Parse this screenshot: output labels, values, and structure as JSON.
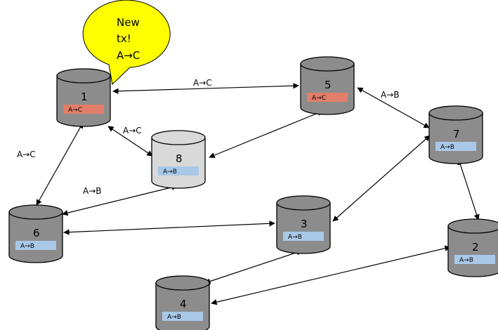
{
  "colors": {
    "node_dark": "#8c8c8c",
    "node_light": "#d9d9d9",
    "tag_red": "#e27d6a",
    "tag_blue": "#a9c8e8",
    "bubble": "#ffff00",
    "stroke": "#000000"
  },
  "bubble": {
    "lines": [
      "New",
      "tx!",
      "A→C"
    ]
  },
  "nodes": [
    {
      "id": "1",
      "label": "1",
      "tag": "A→C",
      "tag_color": "red",
      "shade": "dark"
    },
    {
      "id": "2",
      "label": "2",
      "tag": "A→B",
      "tag_color": "blue",
      "shade": "dark"
    },
    {
      "id": "3",
      "label": "3",
      "tag": "A→B",
      "tag_color": "blue",
      "shade": "dark"
    },
    {
      "id": "4",
      "label": "4",
      "tag": "A→B",
      "tag_color": "blue",
      "shade": "dark"
    },
    {
      "id": "5",
      "label": "5",
      "tag": "A→C",
      "tag_color": "red",
      "shade": "dark"
    },
    {
      "id": "6",
      "label": "6",
      "tag": "A→B",
      "tag_color": "blue",
      "shade": "dark"
    },
    {
      "id": "7",
      "label": "7",
      "tag": "A→B",
      "tag_color": "blue",
      "shade": "dark"
    },
    {
      "id": "8",
      "label": "8",
      "tag": "A→B",
      "tag_color": "blue",
      "shade": "light"
    }
  ],
  "edges": [
    {
      "from": "1",
      "to": "5",
      "label": "A→C"
    },
    {
      "from": "1",
      "to": "8",
      "label": "A→C"
    },
    {
      "from": "1",
      "to": "6",
      "label": "A→C"
    },
    {
      "from": "5",
      "to": "7",
      "label": "A→B"
    },
    {
      "from": "8",
      "to": "6",
      "label": "A→B"
    },
    {
      "from": "5",
      "to": "8",
      "label": ""
    },
    {
      "from": "7",
      "to": "3",
      "label": ""
    },
    {
      "from": "7",
      "to": "2",
      "label": ""
    },
    {
      "from": "6",
      "to": "3",
      "label": ""
    },
    {
      "from": "3",
      "to": "4",
      "label": ""
    },
    {
      "from": "4",
      "to": "2",
      "label": ""
    }
  ]
}
